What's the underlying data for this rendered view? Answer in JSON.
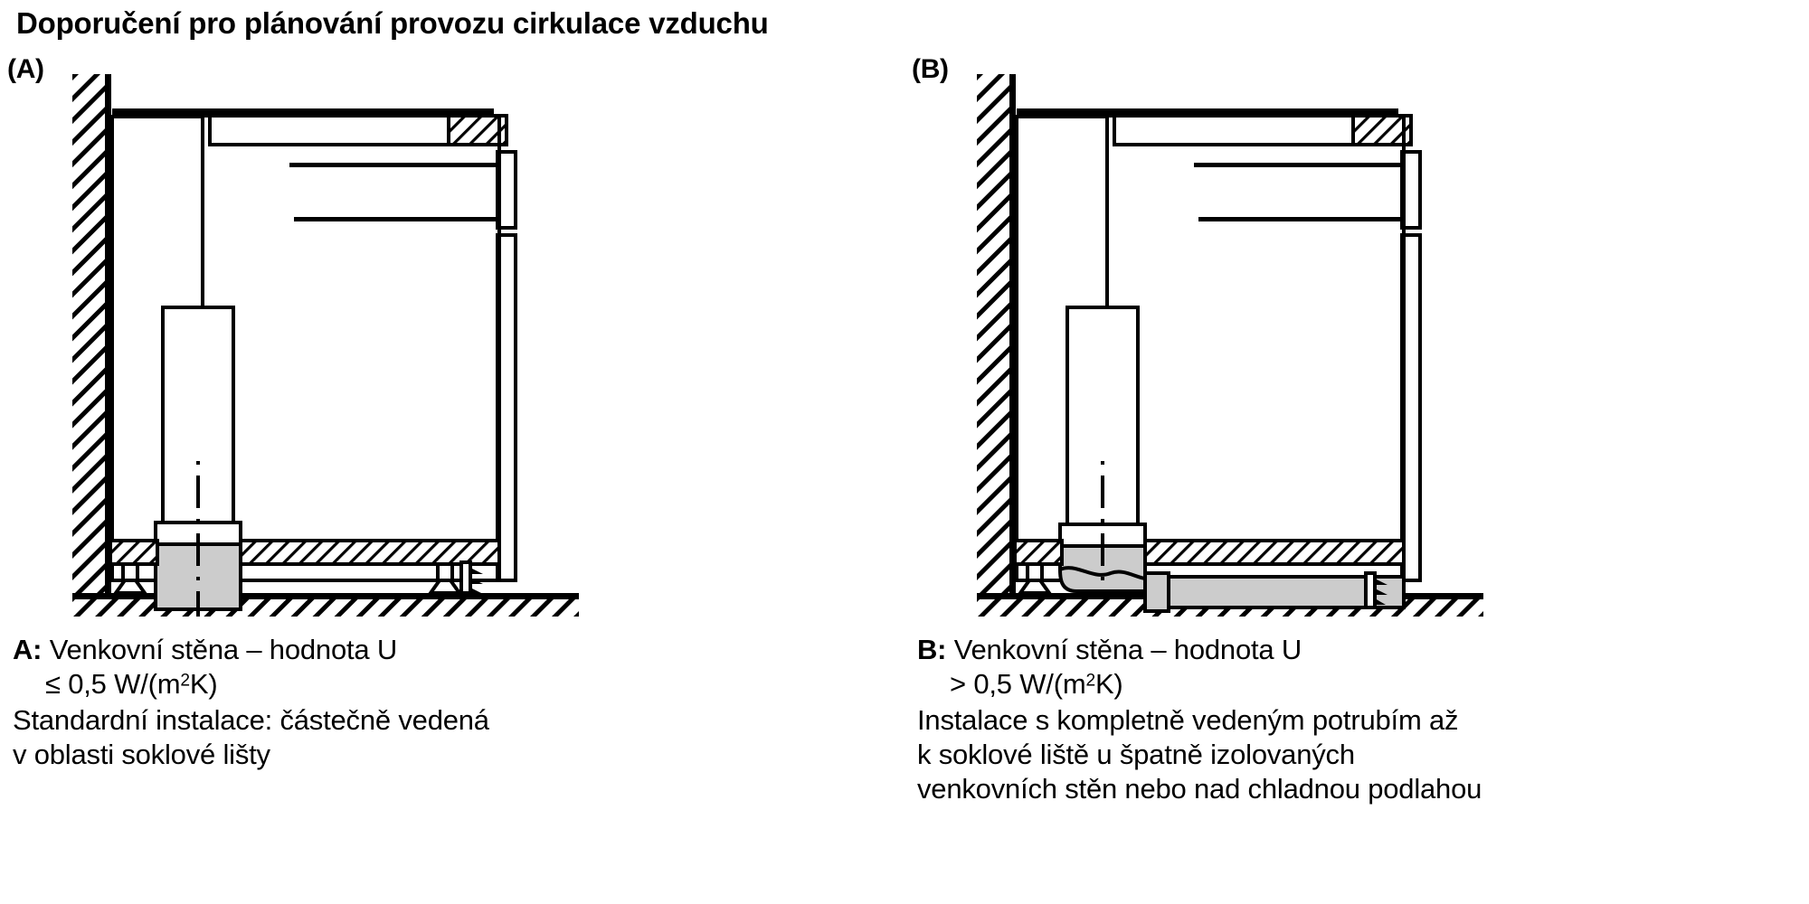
{
  "title": "Doporučení pro plánování provozu cirkulace vzduchu",
  "colors": {
    "line": "#000000",
    "duct_fill": "#cccccc",
    "background": "#ffffff"
  },
  "panels": [
    {
      "tag": "(A)",
      "id": "panel-a",
      "diagram_name": "kitchen-cross-section-partial-ducting",
      "elements": {
        "wall": "hatched-exterior-wall",
        "floor": "hatched-floor",
        "worktop": "kitchen-worktop",
        "wall_cabinet": "upper-cabinet",
        "appliance": "recirculation-unit",
        "duct": "short-vertical-duct-gray",
        "plinth": "hatched-plinth-board",
        "grille": "plinth-air-outlet-grille",
        "centerline": "dash-dot-centerline"
      },
      "caption": {
        "label": "A:",
        "line1": "Venkovní stěna – hodnota U",
        "line2_prefix": "≤ 0,5 W/(m",
        "line2_sup": "2",
        "line2_suffix": "K)",
        "body": [
          "Standardní instalace: částečně vedená",
          "v oblasti soklové lišty"
        ]
      }
    },
    {
      "tag": "(B)",
      "id": "panel-b",
      "diagram_name": "kitchen-cross-section-full-ducting",
      "elements": {
        "wall": "hatched-exterior-wall",
        "floor": "hatched-floor",
        "worktop": "kitchen-worktop",
        "wall_cabinet": "upper-cabinet",
        "appliance": "recirculation-unit",
        "duct": "elbow-and-horizontal-duct-gray",
        "plinth": "hatched-plinth-board",
        "grille": "plinth-air-outlet-grille",
        "centerline": "dash-dot-centerline"
      },
      "caption": {
        "label": "B:",
        "line1": "Venkovní stěna – hodnota U",
        "line2_prefix": "> 0,5 W/(m",
        "line2_sup": "2",
        "line2_suffix": "K)",
        "body": [
          "Instalace s kompletně vedeným potrubím až",
          "k soklové liště u špatně izolovaných",
          "venkovních stěn nebo nad chladnou podlahou"
        ]
      }
    }
  ]
}
